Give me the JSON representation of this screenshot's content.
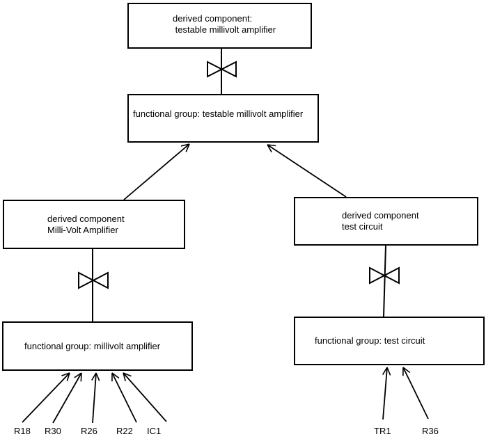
{
  "diagram": {
    "background_color": "#ffffff",
    "line_color": "#000000",
    "nodes": {
      "top_derived": {
        "line1": "derived component:",
        "line2": " testable millivolt amplifier"
      },
      "fg_testable": {
        "label": "functional group: testable millivolt amplifier"
      },
      "left_derived": {
        "line1": "derived component",
        "line2": "Milli-Volt Amplifier"
      },
      "right_derived": {
        "line1": "derived component",
        "line2": "test circuit"
      },
      "fg_millivolt": {
        "label": "functional group: millivolt amplifier"
      },
      "fg_test": {
        "label": "functional group: test circuit"
      }
    },
    "components_left": [
      "R18",
      "R30",
      "R26",
      "R22",
      "IC1"
    ],
    "components_right": [
      "TR1",
      "R36"
    ]
  }
}
